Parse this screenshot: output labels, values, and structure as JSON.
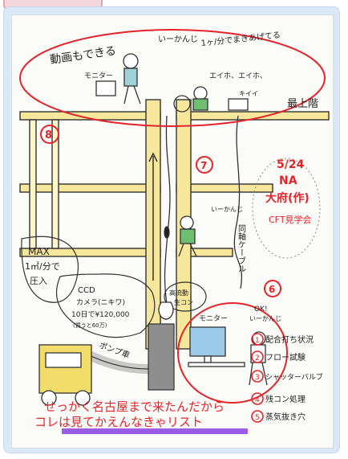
{
  "bubble_top": {
    "left": "動画もできる",
    "speech_ok": "いーかんじ",
    "right": "1ヶ/分でまきあげてる",
    "monitor_label": "モニター",
    "aeho": "エイホ、エイホ、",
    "kiti": "キイイ"
  },
  "labels": {
    "top_floor": "最上階",
    "num8": "8",
    "num7": "7",
    "num6": "6",
    "date_block": [
      "5/24",
      "NA",
      "大府(作)",
      "CFT見学会"
    ],
    "coax": "同軸ケーブル",
    "max_block": [
      "MAX",
      "1㎥/分で",
      "圧入"
    ],
    "ccd_block": [
      "CCD",
      "カメラ(ニキワ)",
      "10日で¥120,000",
      "(買うと60万)"
    ],
    "pump_car": "ポンプ車",
    "mortar": [
      "高流動",
      "生コン"
    ],
    "monitor2": "モニター",
    "speech7": "いーかんじ",
    "speech6": [
      "OK!",
      "いーかんじ"
    ]
  },
  "checklist": [
    {
      "n": "1",
      "text": "配合打ち状況"
    },
    {
      "n": "2",
      "text": "フロー試験"
    },
    {
      "n": "3",
      "text": "シャッターバルブ"
    },
    {
      "n": "4",
      "text": "残コン処理"
    },
    {
      "n": "5",
      "text": "蒸気抜き穴"
    }
  ],
  "footer": {
    "line1": "せっかく名古屋まで来たんだから",
    "line2": "コレは見てかえんなきゃリスト"
  },
  "colors": {
    "red": "#e4232b",
    "frame": "#dbe9f7",
    "yellow": "#f3dd6a",
    "pipe_yellow": "#f6e79a",
    "purple": "#9b5de5",
    "green": "#4c8f3a"
  }
}
